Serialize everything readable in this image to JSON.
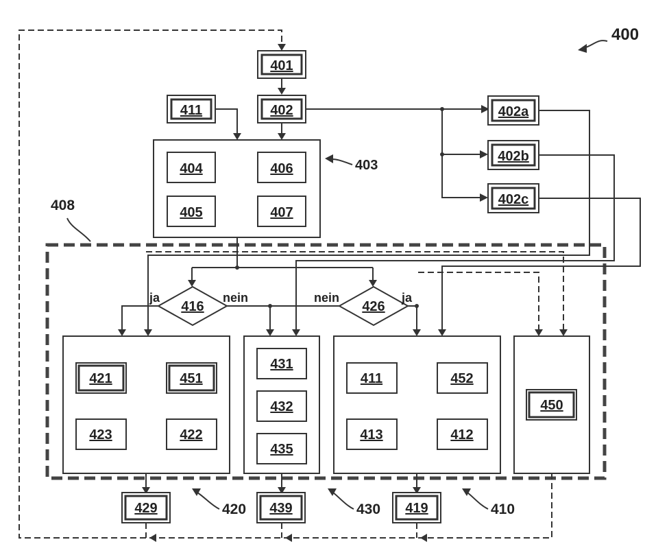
{
  "figure_ref": "400",
  "labels": {
    "b401": "401",
    "b402": "402",
    "b402a": "402a",
    "b402b": "402b",
    "b402c": "402c",
    "b411_top": "411",
    "g403": "403",
    "b404": "404",
    "b405": "405",
    "b406": "406",
    "b407": "407",
    "zone408": "408",
    "d416": "416",
    "d426": "426",
    "ja_left": "ja",
    "nein_left": "nein",
    "nein_right": "nein",
    "ja_right": "ja",
    "b421": "421",
    "b451": "451",
    "b423": "423",
    "b422": "422",
    "b431": "431",
    "b432": "432",
    "b435": "435",
    "b411_mid": "411",
    "b452": "452",
    "b413": "413",
    "b412": "412",
    "b450": "450",
    "g420": "420",
    "g430": "430",
    "g410": "410",
    "b429": "429",
    "b439": "439",
    "b419": "419"
  }
}
